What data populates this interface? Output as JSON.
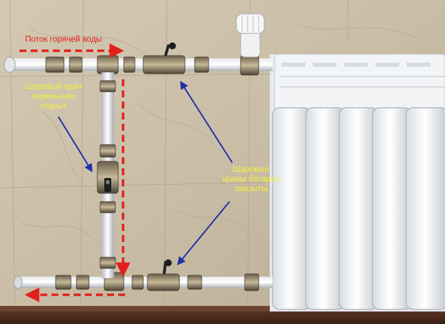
{
  "annotations": {
    "hot_water_flow": "Поток горячей воды",
    "bypass_valve": "Шаровый кран\nперемычки\nоткрыт",
    "radiator_valves": "Шаровые\nкраны батареи\nзакрыты"
  },
  "colors": {
    "flow_arrow": "#e3201b",
    "pointer_arrow": "#1f2fa8",
    "bypass_label": "#f4f23a",
    "flow_label": "#e3201b"
  }
}
